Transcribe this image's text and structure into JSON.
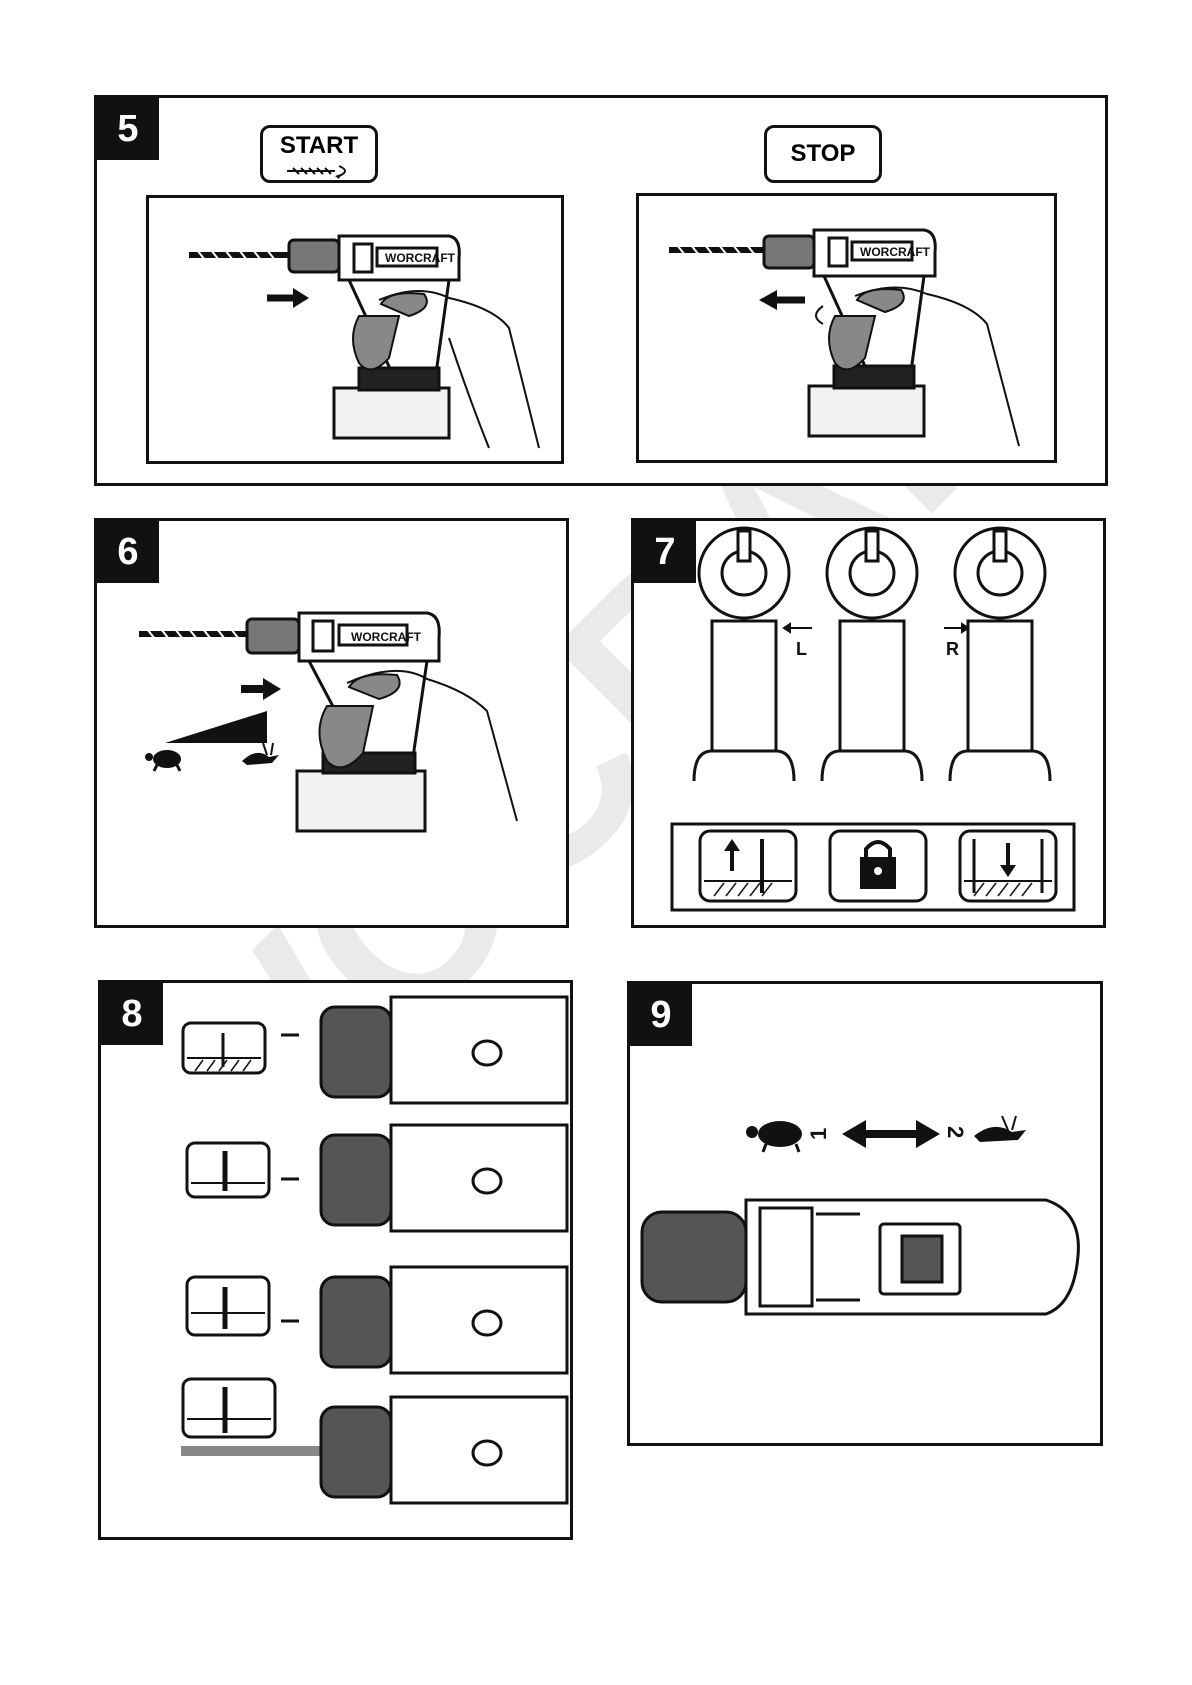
{
  "watermark": "WOCRAFT",
  "panels": {
    "p5": {
      "number": "5",
      "start_label": "START",
      "stop_label": "STOP",
      "brand": "WORCRAFT"
    },
    "p6": {
      "number": "6",
      "brand": "WORCRAFT"
    },
    "p7": {
      "number": "7",
      "left_label": "L",
      "right_label": "R"
    },
    "p8": {
      "number": "8"
    },
    "p9": {
      "number": "9",
      "gear_low": "1",
      "gear_high": "2"
    }
  },
  "icons": {
    "p5": [
      "drill-bit-icon",
      "push-arrow-icon",
      "hand-icon",
      "drill-icon"
    ],
    "p6": [
      "turtle-icon",
      "rabbit-icon",
      "speed-ramp-icon"
    ],
    "p7": [
      "screw-out-icon",
      "lock-icon",
      "screw-in-icon"
    ],
    "p8": [
      "nail-icon",
      "screw-icon",
      "wood-screw-icon",
      "drill-into-wood-icon"
    ],
    "p9": [
      "turtle-icon",
      "rabbit-icon",
      "double-arrow-icon"
    ]
  }
}
